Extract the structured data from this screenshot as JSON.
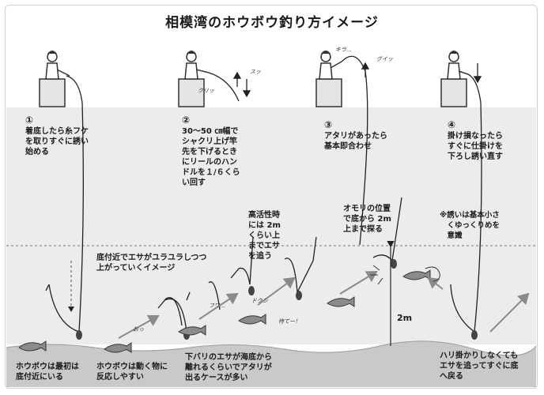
{
  "title": "相模湾のホウボウ釣り方イメージ",
  "steps": [
    {
      "num": "①",
      "text": "着底したら糸フケ\nを取りすぐに誘い\n始める"
    },
    {
      "num": "②",
      "text": "30～50 ㎝幅で\nシャクリ上げ竿\n先を下げるとき\nにリールのハン\nドルを１/６くら\nい回す"
    },
    {
      "num": "③",
      "text": "アタリがあったら\n基本即合わせ"
    },
    {
      "num": "④",
      "text": "掛け損なったら\nすぐに仕掛けを\n下ろし誘い直す"
    }
  ],
  "notes": {
    "rise": "底付近でエサがユラユラしつつ\n上がっていくイメージ",
    "active": "高活性時\nには 2m\nくらい上\nまでエサ\nを追う",
    "sinker": "オモリの位置\nで底から 2m\n上まで探る",
    "small": "※誘いは基本小さ\n　くゆっくりめを\n　意識",
    "first": "ホウボウは最初は\n底付近にいる",
    "moving": "ホウボウは動く物に\n反応しやすい",
    "lower_hook": "下バリのエサが海底から\n離れるくらいでアタリが\n出るケースが多い",
    "miss": "ハリ掛かりしなくても\nエサを追ってすぐに底\nへ戻る",
    "depth": "2m"
  },
  "sfx": {
    "kuri": "クリッ",
    "suk": "スッ",
    "gui": "グイッ",
    "kira": "キラ…",
    "o": "おっ",
    "fura": "フワ…",
    "dokun": "ドクン",
    "eat": "待てー！"
  },
  "colors": {
    "sky": "#ffffff",
    "water": "#ececec",
    "seabed": "#c9c9c9",
    "line": "#222222",
    "arrow": "#8a8a8a"
  }
}
